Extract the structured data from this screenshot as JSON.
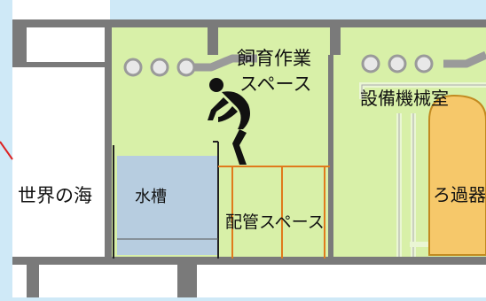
{
  "labels": {
    "breeding_space_line1": "飼育作業",
    "breeding_space_line2": "スペース",
    "equipment_room": "設備機械室",
    "filter_tank": "ろ過器",
    "world_ocean": "世界の海",
    "water_tank": "水槽",
    "piping_space": "配管スペース"
  },
  "colors": {
    "background": "#cfe9f7",
    "room_fill": "#d8f0a8",
    "wall": "#7a7a7a",
    "tank_fill": "#b7cde0",
    "filter_fill": "#f6c86a",
    "pipe": "#e07a1c",
    "pipe_light": "#ffffff",
    "ocean_area": "#ffffff",
    "pointer_line": "#dd2222"
  },
  "icons": [
    "person-crouching-icon",
    "pipe-elbow-icon"
  ]
}
